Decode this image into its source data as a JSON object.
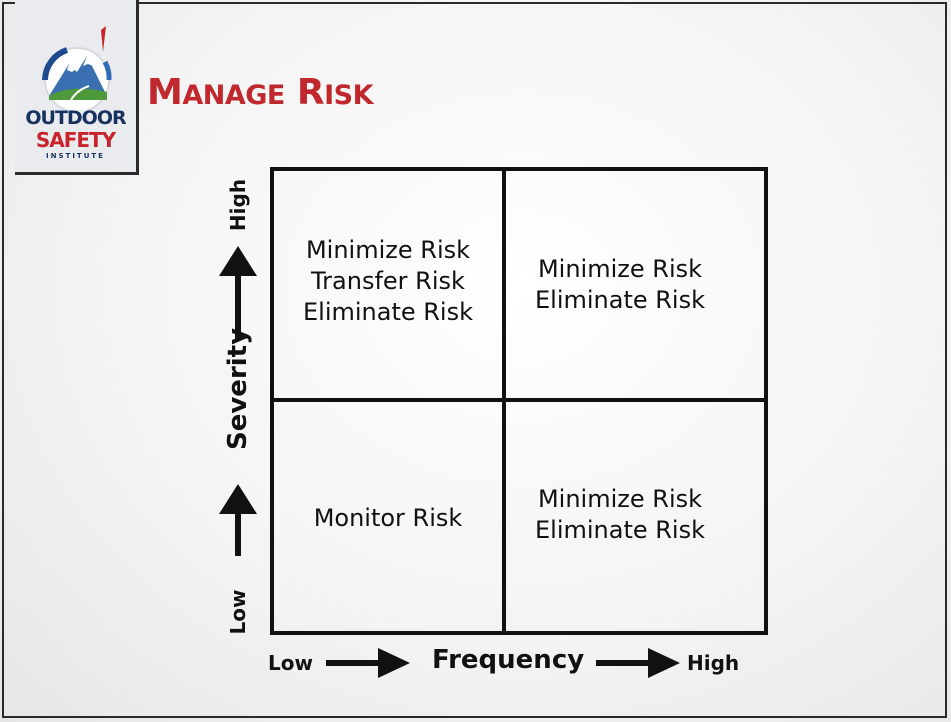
{
  "logo": {
    "line1": "OUTDOOR",
    "line2": "SAFETY",
    "line3": "INSTITUTE"
  },
  "title": {
    "initial1": "M",
    "rest1": "ANAGE",
    "initial2": "R",
    "rest2": "ISK"
  },
  "matrix": {
    "top_left": [
      "Minimize Risk",
      "Transfer Risk",
      "Eliminate Risk"
    ],
    "top_right": [
      "Minimize Risk",
      "Eliminate Risk"
    ],
    "bottom_left": [
      "Monitor Risk"
    ],
    "bottom_right": [
      "Minimize Risk",
      "Eliminate Risk"
    ]
  },
  "y_axis": {
    "label": "Severity",
    "low": "Low",
    "high": "High"
  },
  "x_axis": {
    "label": "Frequency",
    "low": "Low",
    "high": "High"
  }
}
